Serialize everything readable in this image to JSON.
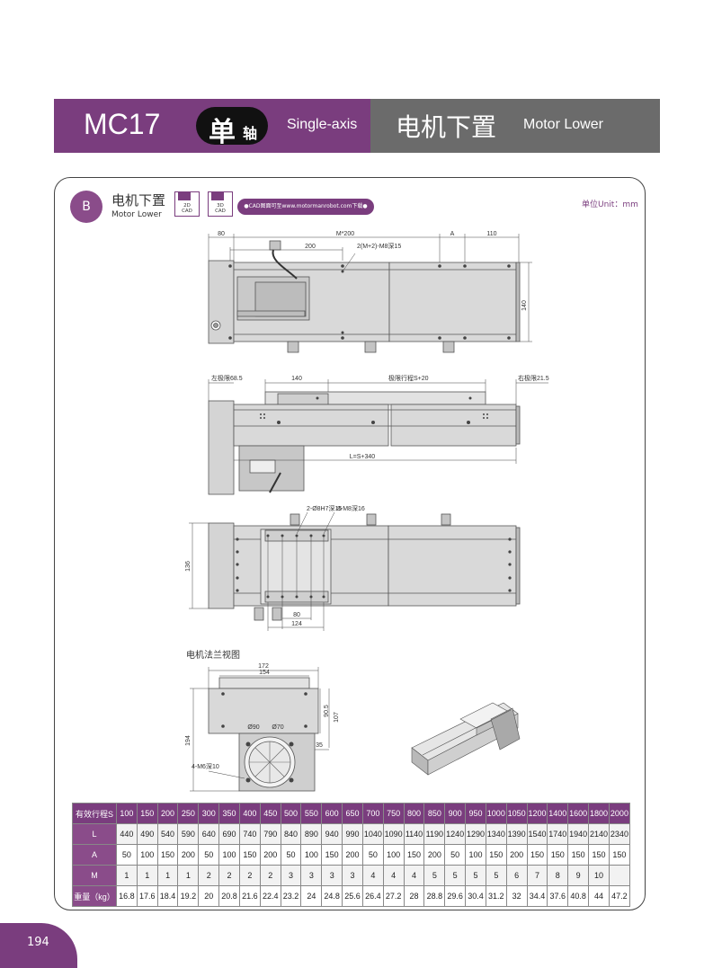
{
  "header": {
    "model": "MC17",
    "axis_cn_big": "单",
    "axis_cn_small": "轴",
    "axis_en": "Single-axis",
    "motor_cn": "电机下置",
    "motor_en": "Motor Lower",
    "colors": {
      "purple": "#7a3d7e",
      "gray": "#6b6b6b"
    }
  },
  "section": {
    "badge": "B",
    "title_cn": "电机下置",
    "title_en": "Motor Lower",
    "cad2d": "2D\nCAD",
    "cad3d": "3D\nCAD",
    "cad_link": "●CAD图面可至www.motormanrobot.com下载●",
    "unit": "单位Unit：mm"
  },
  "drawing1": {
    "dim_80": "80",
    "dim_m200": "M*200",
    "dim_a": "A",
    "dim_110": "110",
    "dim_200": "200",
    "hole_note": "2(M+2)-M8深15",
    "dim_140": "140"
  },
  "drawing2": {
    "left_limit": "左极限68.5",
    "dim_140": "140",
    "stroke_limit": "极限行程S+20",
    "right_limit": "右极限21.5",
    "length": "L=S+340"
  },
  "drawing3": {
    "pin_note": "2-Ø8H7深15",
    "hole_note": "8-M8深16",
    "dim_136": "136",
    "dim_80": "80",
    "dim_124": "124"
  },
  "flange": {
    "title": "电机法兰视图",
    "dim_172": "172",
    "dim_154": "154",
    "dim_90_5": "90.5",
    "dim_107": "107",
    "dim_d90": "Ø90",
    "dim_d70": "Ø70",
    "dim_35": "35",
    "dim_194": "194",
    "hole_note": "4-M6深10"
  },
  "spec_table": {
    "header_label": "有效行程S",
    "strokes": [
      "100",
      "150",
      "200",
      "250",
      "300",
      "350",
      "400",
      "450",
      "500",
      "550",
      "600",
      "650",
      "700",
      "750",
      "800",
      "850",
      "900",
      "950",
      "1000",
      "1050",
      "1200",
      "1400",
      "1600",
      "1800",
      "2000"
    ],
    "rows": [
      {
        "label": "L",
        "values": [
          "440",
          "490",
          "540",
          "590",
          "640",
          "690",
          "740",
          "790",
          "840",
          "890",
          "940",
          "990",
          "1040",
          "1090",
          "1140",
          "1190",
          "1240",
          "1290",
          "1340",
          "1390",
          "1540",
          "1740",
          "1940",
          "2140",
          "2340"
        ]
      },
      {
        "label": "A",
        "values": [
          "50",
          "100",
          "150",
          "200",
          "50",
          "100",
          "150",
          "200",
          "50",
          "100",
          "150",
          "200",
          "50",
          "100",
          "150",
          "200",
          "50",
          "100",
          "150",
          "200",
          "150",
          "150",
          "150",
          "150",
          "150"
        ]
      },
      {
        "label": "M",
        "values": [
          "1",
          "1",
          "1",
          "1",
          "2",
          "2",
          "2",
          "2",
          "3",
          "3",
          "3",
          "3",
          "4",
          "4",
          "4",
          "5",
          "5",
          "5",
          "5",
          "6",
          "7",
          "8",
          "9",
          "10",
          ""
        ]
      },
      {
        "label": "重量（kg）",
        "values": [
          "16.8",
          "17.6",
          "18.4",
          "19.2",
          "20",
          "20.8",
          "21.6",
          "22.4",
          "23.2",
          "24",
          "24.8",
          "25.6",
          "26.4",
          "27.2",
          "28",
          "28.8",
          "29.6",
          "30.4",
          "31.2",
          "32",
          "34.4",
          "37.6",
          "40.8",
          "44",
          "47.2"
        ]
      }
    ]
  },
  "page": {
    "number": "194"
  }
}
